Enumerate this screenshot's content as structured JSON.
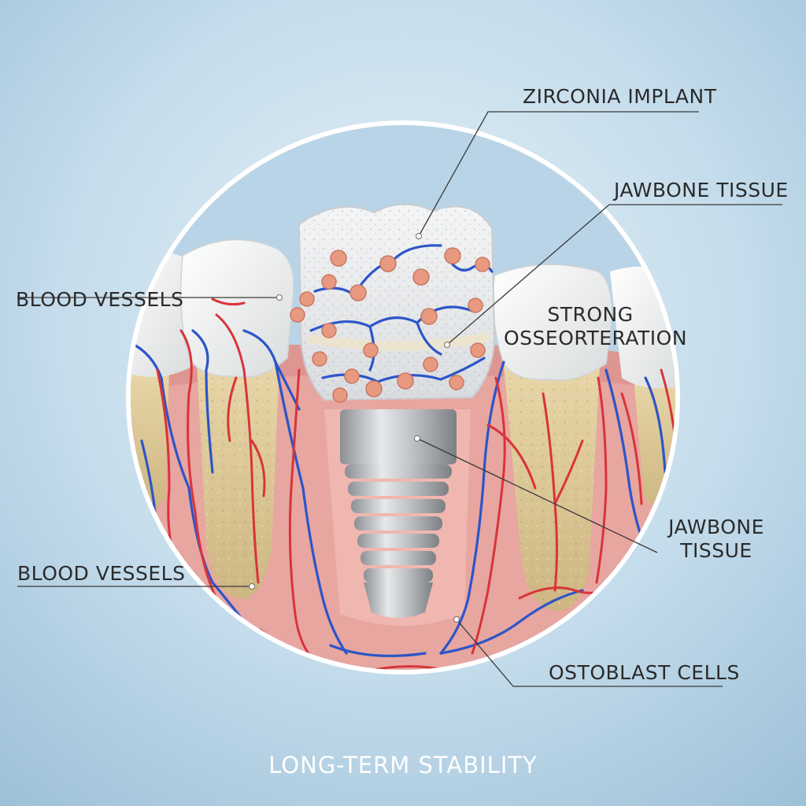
{
  "labels": {
    "zirconia_implant": "ZIRCONIA IMPLANT",
    "jawbone_tissue_top": "JAWBONE TISSUE",
    "blood_vessels_top": "BLOOD VESSELS",
    "strong_line1": "STRONG",
    "strong_line2": "OSSEORTERATION",
    "jawbone_tissue_bottom_line1": "JAWBONE",
    "jawbone_tissue_bottom_line2": "TISSUE",
    "blood_vessels_bottom": "BLOOD VESSELS",
    "ostoblast_cells": "OSTOBLAST CELLS"
  },
  "footer": "LONG-TERM STABILITY",
  "colors": {
    "background": "#c4dceb",
    "ring": "#ffffff",
    "gum": "#e7a6a0",
    "bone": "#e2cfa0",
    "tooth": "#f4f4f2",
    "implant": "#b9bcc0",
    "artery": "#d8343a",
    "vein": "#2c55c8",
    "osteoblast": "#e89a80",
    "leader_line": "#3a3a3a"
  }
}
